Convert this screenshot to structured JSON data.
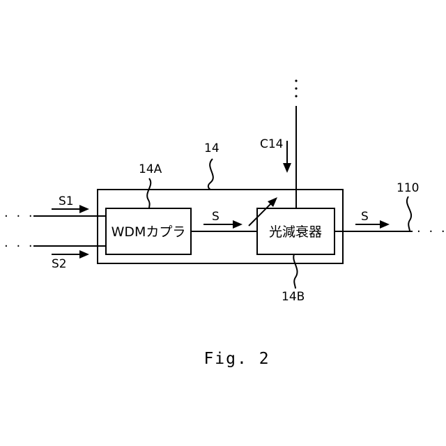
{
  "labels": {
    "input_1": "S1",
    "input_2": "S2",
    "signal_mid": "S",
    "signal_out": "S",
    "control": "C14",
    "module_ref": "14",
    "coupler_ref": "14A",
    "attenuator_ref": "14B",
    "fiber_ref": "110"
  },
  "blocks": {
    "coupler": "WDMカプラ",
    "attenuator": "光減衰器"
  },
  "continuation": "· · ·",
  "figure_caption": "Fig. 2"
}
